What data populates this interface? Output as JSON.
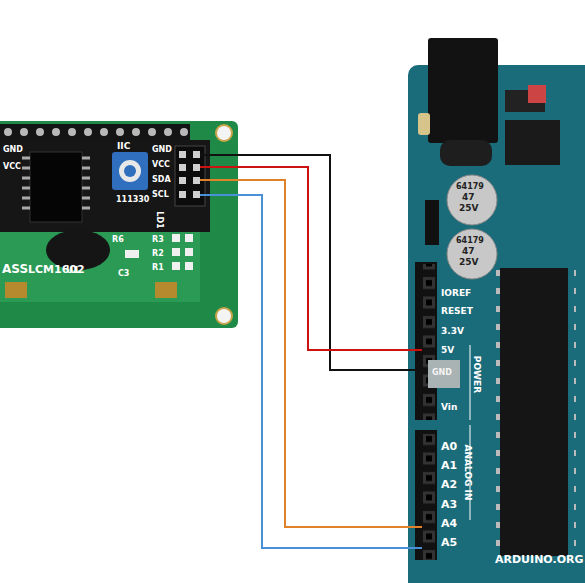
{
  "diagram": {
    "nodes": [
      {
        "text": [
          "LCM1602"
        ]
      },
      {
        "text": [
          "ARDUINO.ORG"
        ]
      }
    ],
    "edges": [
      {
        "from": 0,
        "to": 1,
        "arrow": "none"
      },
      {
        "from": 0,
        "to": 1,
        "arrow": "none"
      },
      {
        "from": 0,
        "to": 1,
        "arrow": "none"
      },
      {
        "from": 0,
        "to": 1,
        "arrow": "none"
      }
    ],
    "labels": [
      "GND",
      "VCC",
      "IIC",
      "GND",
      "VCC",
      "SDA",
      "SCL",
      "111330",
      "LD1",
      "R6",
      "R3",
      "R2",
      "R1",
      "U1",
      "C3",
      "ASS",
      "64179",
      "47",
      "25V",
      "64179",
      "47",
      "25V",
      "IOREF",
      "RESET",
      "3.3V",
      "5V",
      "GND",
      "Vin",
      "POWER",
      "A0",
      "A1",
      "A2",
      "A3",
      "A4",
      "A5",
      "ANALOG IN"
    ]
  }
}
